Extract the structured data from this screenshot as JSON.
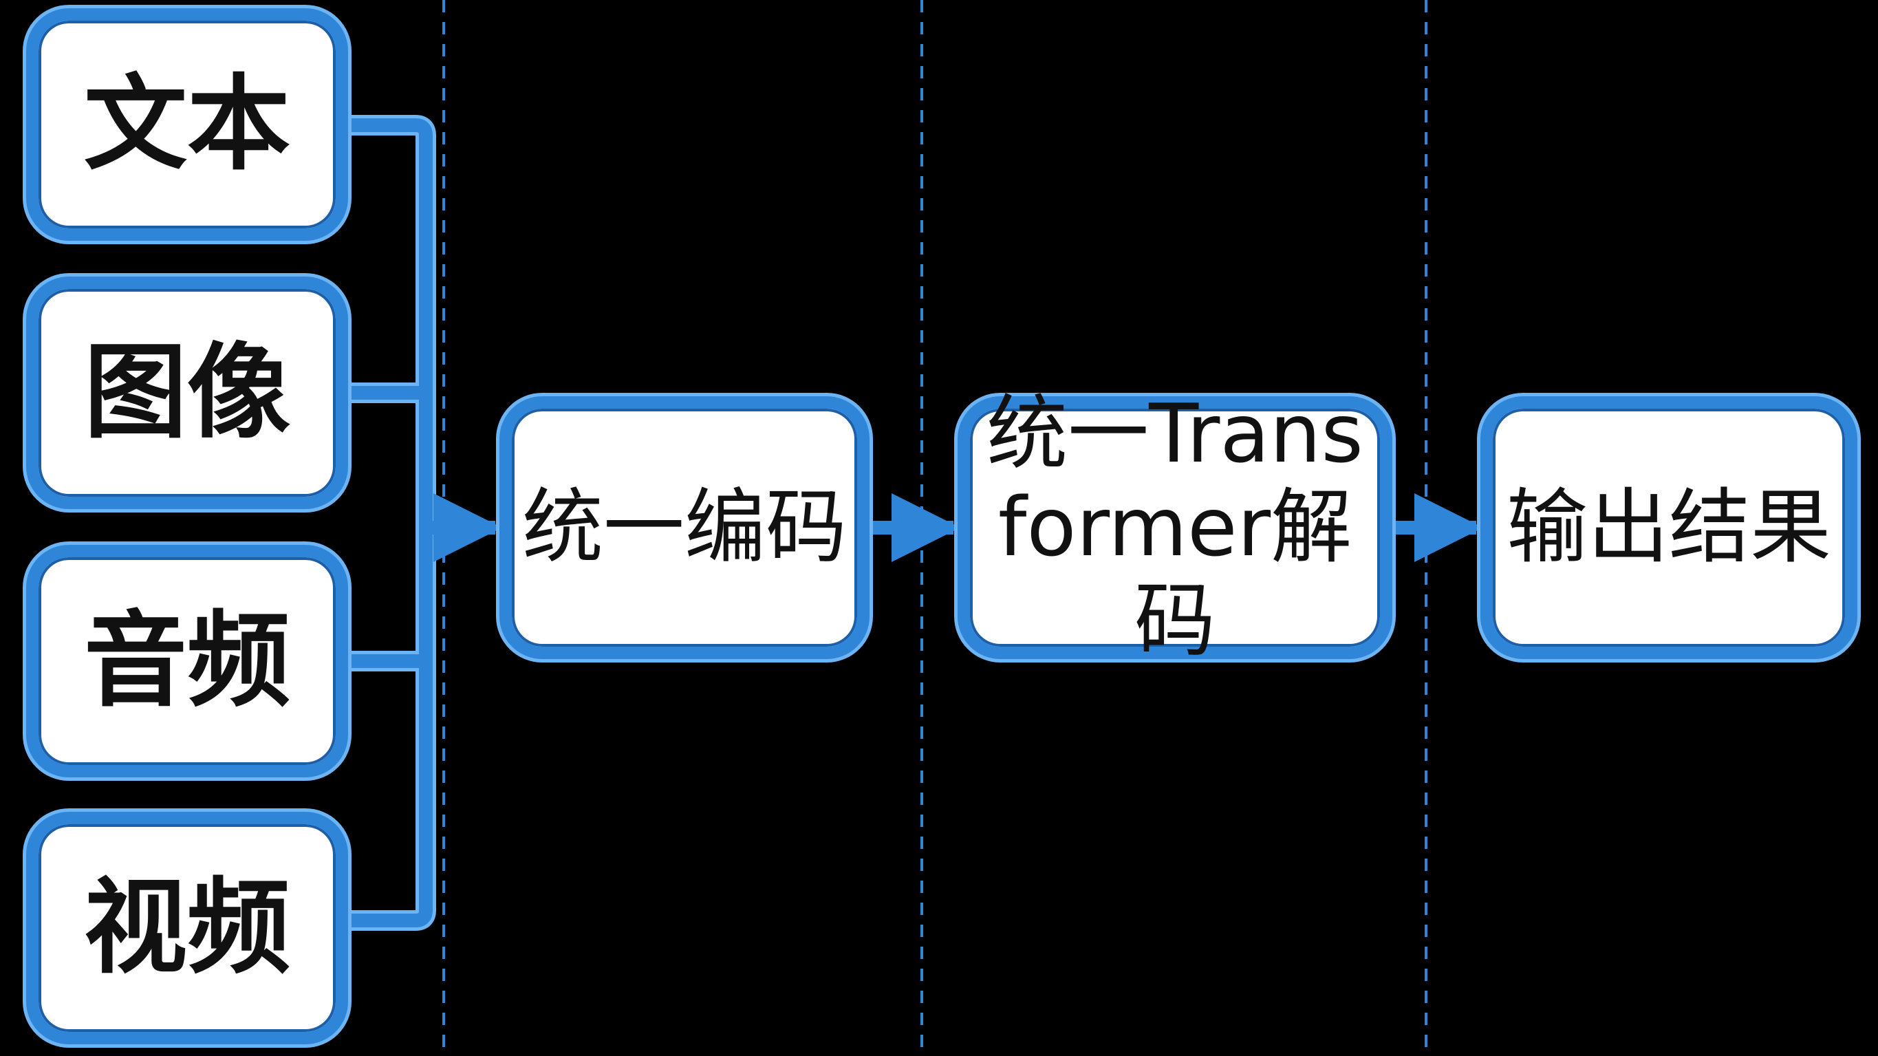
{
  "colors": {
    "background": "#000000",
    "node_fill": "#ffffff",
    "node_border": "#2f86d8",
    "connector": "#2f86d8",
    "divider": "#2f86d8",
    "text": "#111111"
  },
  "inputs": [
    {
      "label": "文本"
    },
    {
      "label": "图像"
    },
    {
      "label": "音频"
    },
    {
      "label": "视频"
    }
  ],
  "stages": {
    "encode": {
      "label": "统一编码"
    },
    "decode": {
      "label": "统一Trans\nformer解码"
    },
    "output": {
      "label": "输出结果"
    }
  }
}
